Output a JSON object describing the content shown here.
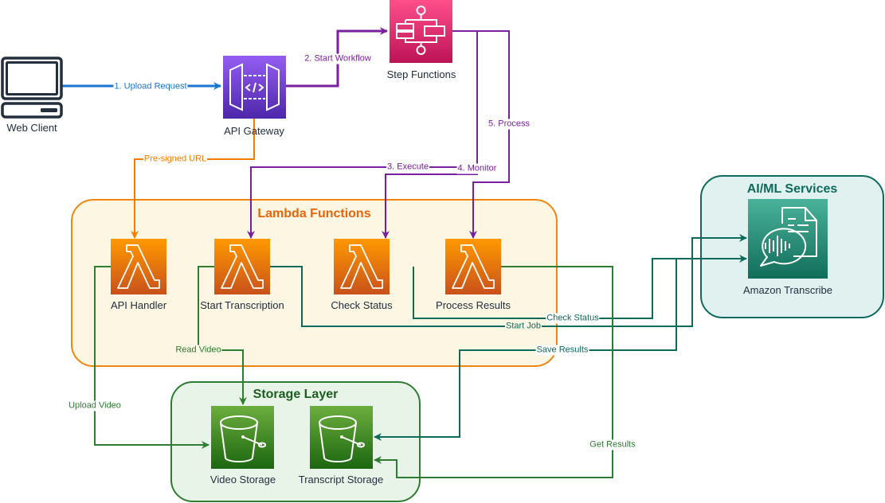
{
  "groups": {
    "lambda": {
      "title": "Lambda Functions",
      "color": "#e8650a"
    },
    "aiml": {
      "title": "AI/ML Services",
      "color": "#0e6b5c"
    },
    "storage": {
      "title": "Storage Layer",
      "color": "#2e7d32"
    }
  },
  "nodes": {
    "web_client": {
      "label": "Web Client",
      "icon": "desktop-computer-icon"
    },
    "api_gateway": {
      "label": "API Gateway",
      "icon": "api-gateway-icon"
    },
    "step_functions": {
      "label": "Step Functions",
      "icon": "step-functions-icon"
    },
    "api_handler": {
      "label": "API Handler",
      "icon": "lambda-icon"
    },
    "start_transcription": {
      "label": "Start Transcription",
      "icon": "lambda-icon"
    },
    "check_status": {
      "label": "Check Status",
      "icon": "lambda-icon"
    },
    "process_results": {
      "label": "Process Results",
      "icon": "lambda-icon"
    },
    "amazon_transcribe": {
      "label": "Amazon Transcribe",
      "icon": "transcribe-icon"
    },
    "video_storage": {
      "label": "Video Storage",
      "icon": "s3-bucket-icon"
    },
    "transcript_storage": {
      "label": "Transcript Storage",
      "icon": "s3-bucket-icon"
    }
  },
  "edges": {
    "upload_request": {
      "label": "1. Upload Request",
      "color": "#1976d2"
    },
    "start_workflow": {
      "label": "2. Start Workflow",
      "color": "#7b1fa2"
    },
    "execute": {
      "label": "3. Execute",
      "color": "#7b1fa2"
    },
    "monitor": {
      "label": "4. Monitor",
      "color": "#7b1fa2"
    },
    "process": {
      "label": "5. Process",
      "color": "#7b1fa2"
    },
    "presigned_url": {
      "label": "Pre-signed URL",
      "color": "#f57c00"
    },
    "read_video": {
      "label": "Read Video",
      "color": "#2e7d32"
    },
    "upload_video": {
      "label": "Upload Video",
      "color": "#2e7d32"
    },
    "start_job": {
      "label": "Start Job",
      "color": "#0e6b5c"
    },
    "check_status": {
      "label": "Check Status",
      "color": "#0e6b5c"
    },
    "save_results": {
      "label": "Save Results",
      "color": "#0e6b5c"
    },
    "get_results": {
      "label": "Get Results",
      "color": "#2e7d32"
    }
  }
}
